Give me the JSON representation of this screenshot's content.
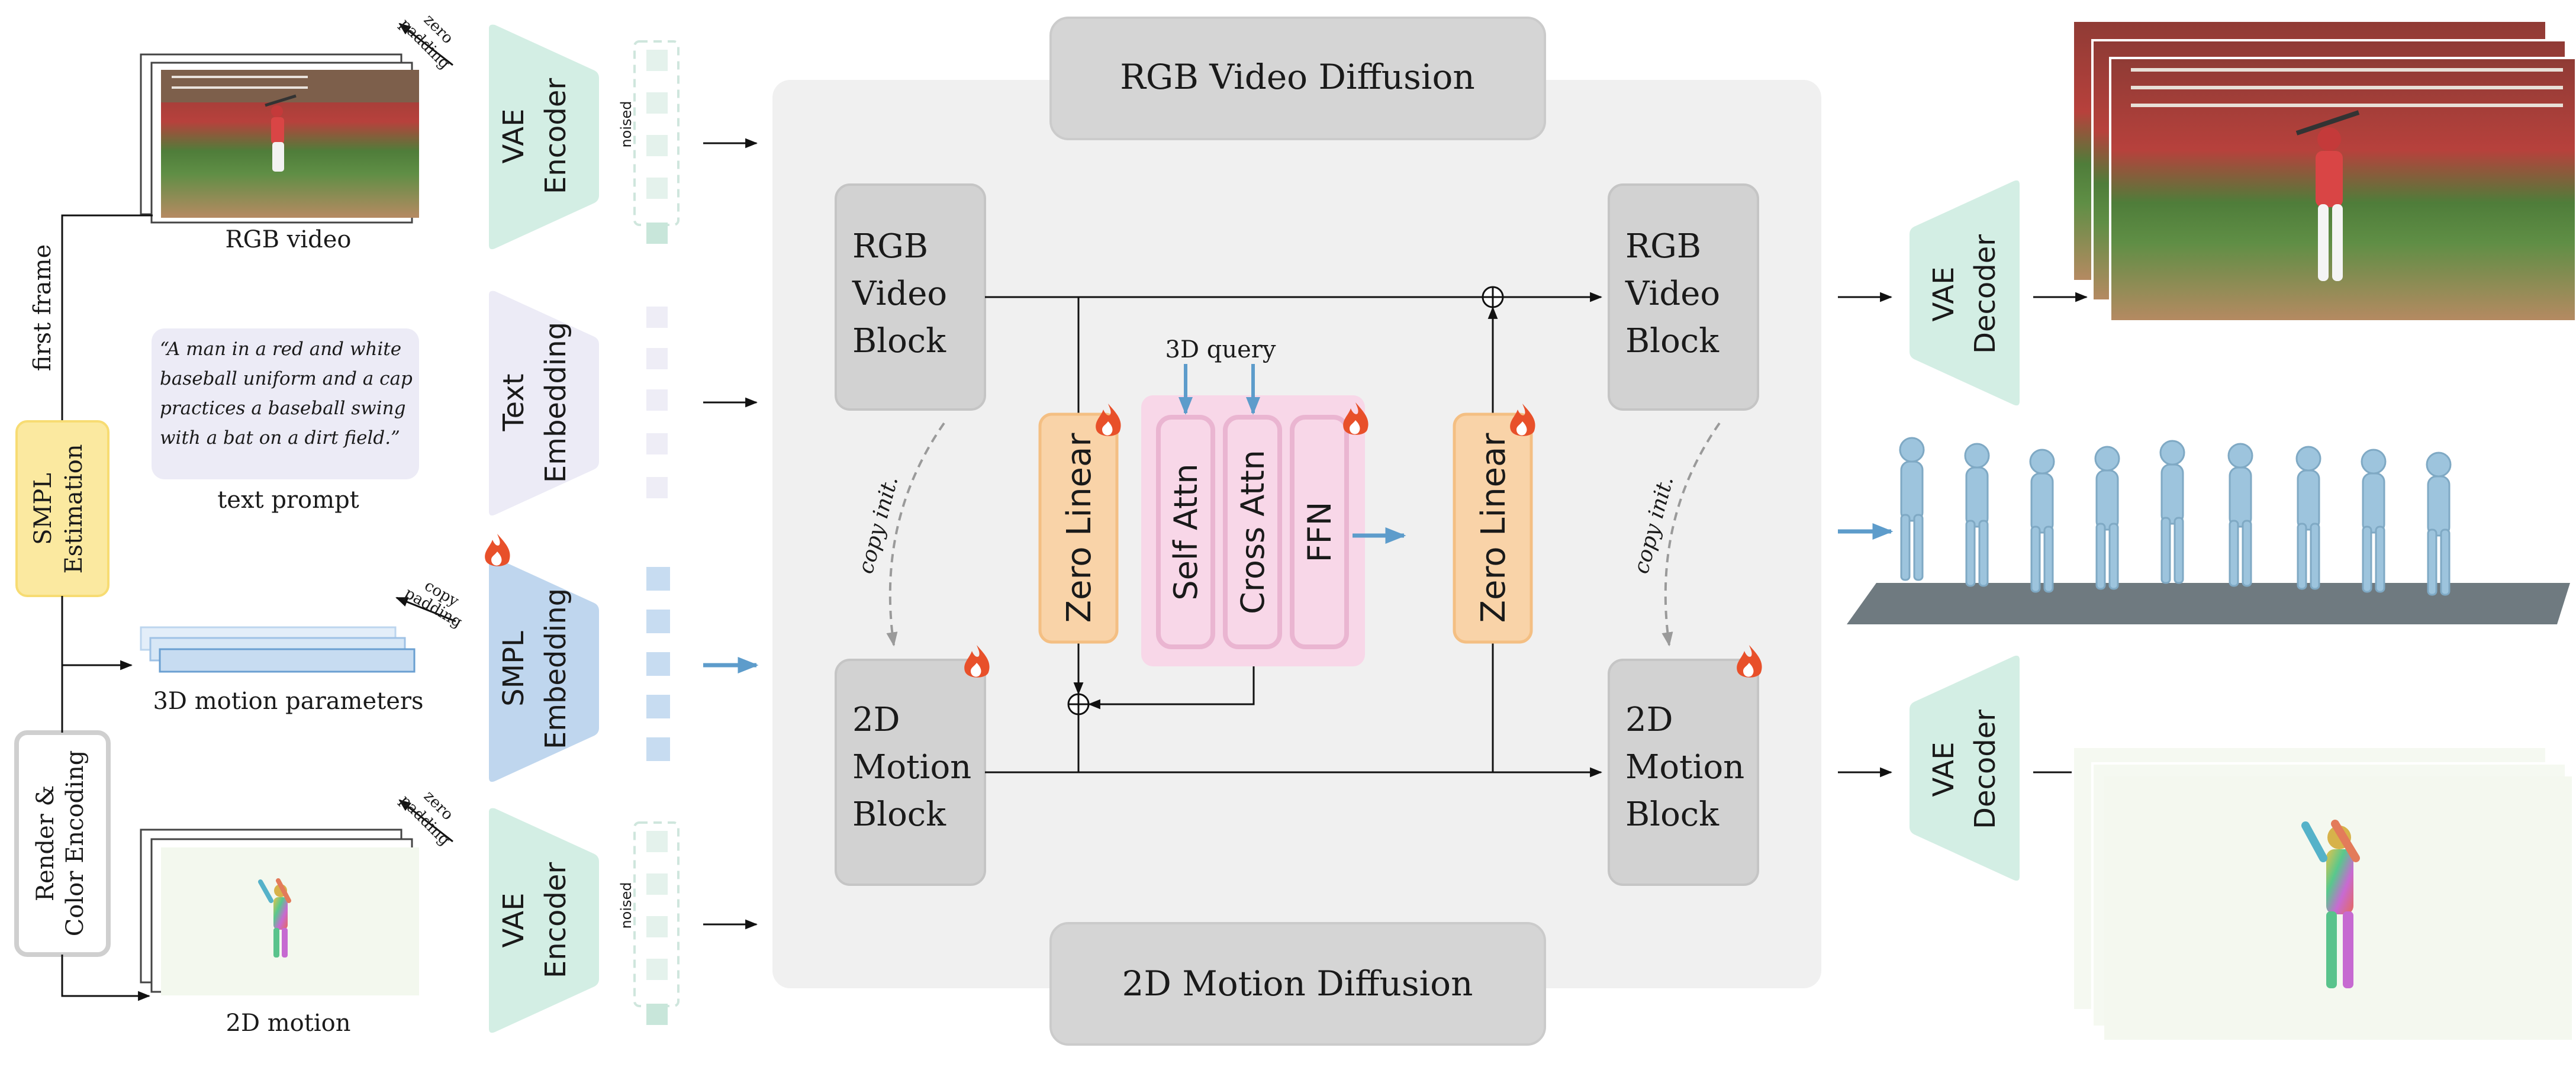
{
  "left": {
    "rgb_video_caption": "RGB video",
    "zero_padding_top": [
      "zero",
      "padding"
    ],
    "zero_padding_bottom": [
      "zero",
      "padding"
    ],
    "copy_padding": [
      "copy",
      "padding"
    ],
    "first_frame": "first frame",
    "smpl_estimation": [
      "SMPL",
      "Estimation"
    ],
    "render_color": [
      "Render &",
      "Color Encoding"
    ],
    "prompt_lines": [
      "“A man in a red and white",
      "baseball uniform and a cap",
      "practices a baseball swing",
      "with a bat on a dirt field.”"
    ],
    "text_prompt_caption": "text prompt",
    "motion_params_caption": "3D motion parameters",
    "motion_2d_caption": "2D motion"
  },
  "encoders": {
    "vae_encoder_top": [
      "VAE",
      "Encoder"
    ],
    "text_embedding": [
      "Text",
      "Embedding"
    ],
    "smpl_embedding": [
      "SMPL",
      "Embedding"
    ],
    "vae_encoder_bottom": [
      "VAE",
      "Encoder"
    ],
    "noised_top": "noised",
    "noised_bottom": "noised"
  },
  "center": {
    "rgb_diffusion": "RGB Video Diffusion",
    "motion_diffusion": "2D Motion Diffusion",
    "rgb_block_left": [
      "RGB",
      "Video",
      "Block"
    ],
    "rgb_block_right": [
      "RGB",
      "Video",
      "Block"
    ],
    "motion_block_left": [
      "2D",
      "Motion",
      "Block"
    ],
    "motion_block_right": [
      "2D",
      "Motion",
      "Block"
    ],
    "zero_linear_left": "Zero Linear",
    "zero_linear_right": "Zero Linear",
    "self_attn": "Self Attn",
    "cross_attn": "Cross Attn",
    "ffn": "FFN",
    "query_3d": "3D query",
    "copy_init_left": "copy init.",
    "copy_init_right": "copy init."
  },
  "right": {
    "vae_decoder_top": [
      "VAE",
      "Decoder"
    ],
    "vae_decoder_bottom": [
      "VAE",
      "Decoder"
    ]
  },
  "colors": {
    "teal": "#d3eee4",
    "lavender": "#ecebf6",
    "blue": "#bfd6ee",
    "yellow": "#fbe9a0",
    "orange": "#f9d3a8",
    "pink": "#f8d7e8",
    "gray_block": "#d2d2d2",
    "panel": "#efefef",
    "flame": "#e8502a",
    "arrow_blue": "#5d9ccb"
  }
}
